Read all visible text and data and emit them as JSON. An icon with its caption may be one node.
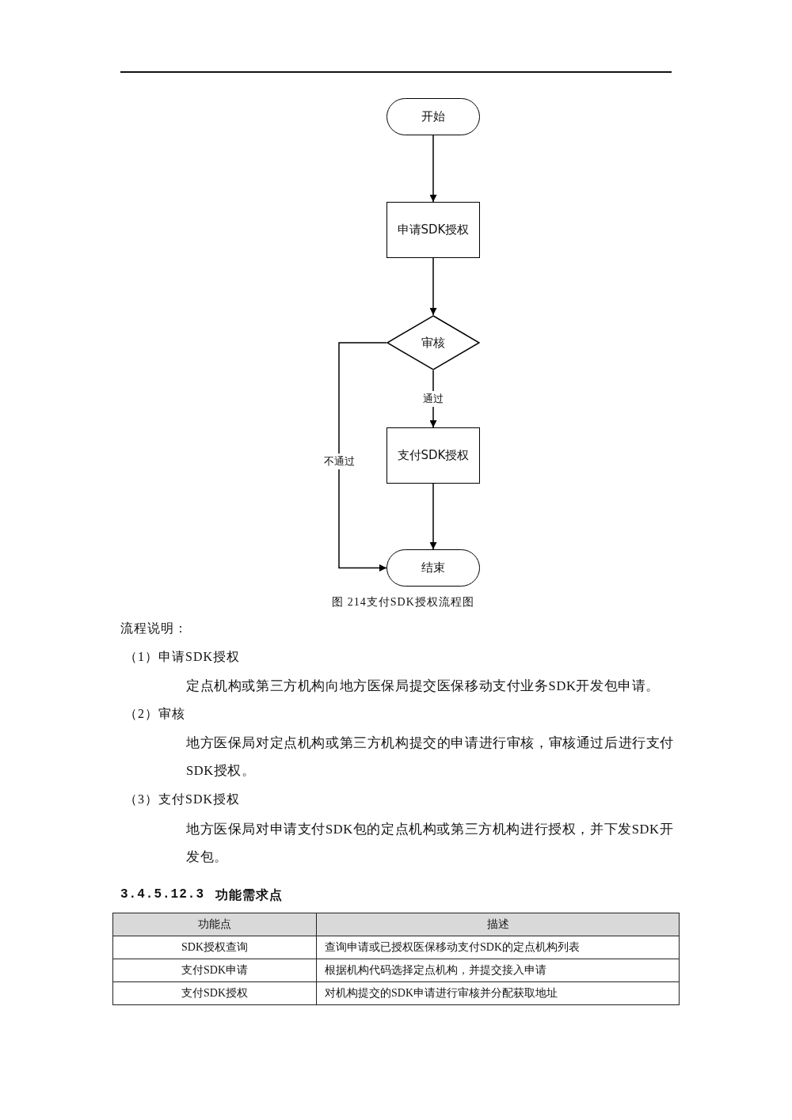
{
  "diagram": {
    "caption": "图 214支付SDK授权流程图",
    "nodes": [
      {
        "text": [
          "开始"
        ]
      },
      {
        "text": [
          "申请SDK授权"
        ]
      },
      {
        "text": [
          "审核"
        ]
      },
      {
        "text": [
          "支付SDK授权"
        ]
      },
      {
        "text": [
          "结束"
        ]
      }
    ],
    "edges": [
      {
        "from": 0,
        "to": 1,
        "arrow": "to"
      },
      {
        "from": 1,
        "to": 2,
        "arrow": "to"
      },
      {
        "from": 2,
        "to": 3,
        "arrow": "to",
        "label": "通过"
      },
      {
        "from": 2,
        "to": 4,
        "arrow": "to",
        "label": "不通过"
      },
      {
        "from": 3,
        "to": 4,
        "arrow": "to"
      }
    ],
    "labels": [
      "流程说明：",
      "（1）申请SDK授权",
      "定点机构或第三方机构向地方医保局提交医保移动支付业务SDK开发包申请。",
      "（2）审核",
      "地方医保局对定点机构或第三方机构提交的申请进行审核，审核通过后进行支付SDK授权。",
      "（3）支付SDK授权",
      "地方医保局对申请支付SDK包的定点机构或第三方机构进行授权，并下发SDK开发包。",
      "3.4.5.12.3",
      "功能需求点",
      "功能点",
      "描述",
      "SDK授权查询",
      "查询申请或已授权医保移动支付SDK的定点机构列表",
      "支付SDK申请",
      "根据机构代码选择定点机构，并提交接入申请",
      "支付SDK授权",
      "对机构提交的SDK申请进行审核并分配获取地址"
    ]
  }
}
